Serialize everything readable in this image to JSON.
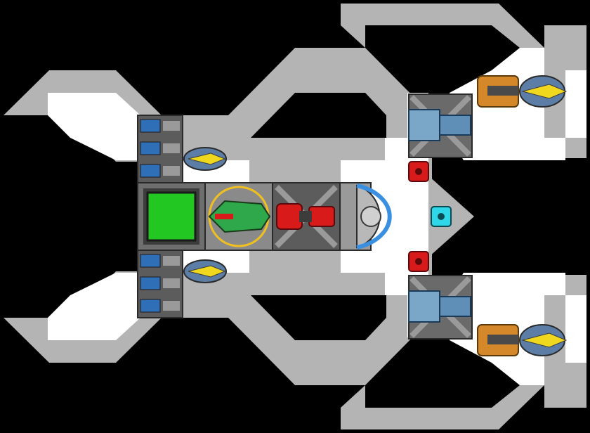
{
  "scene": {
    "name": "ship-builder-blueprint",
    "colors": {
      "background": "#000000",
      "hull_frame": "#b4b4b4",
      "deck": "#ffffff",
      "plate_dark": "#3c3c3c",
      "plate_mid": "#6e6e6e",
      "plate_light": "#9a9a9a",
      "cockpit_core": "#22c722",
      "reactor_red": "#d81a1a",
      "engine_blue": "#3a8fe0",
      "thruster_yellow": "#f0d81e",
      "weapon_orange": "#d4882a",
      "shield_cyan": "#2fd8e8",
      "hud_ring": "#f0c020"
    }
  },
  "modules": [
    {
      "id": "cockpit-core",
      "icon": "green-core-square"
    },
    {
      "id": "fighter-bay",
      "icon": "green-fighter-in-ring"
    },
    {
      "id": "reactor",
      "icon": "red-reactor-cross"
    },
    {
      "id": "forward-dome",
      "icon": "grey-domed-bridge"
    },
    {
      "id": "engine-upper",
      "icon": "blue-engine-cross"
    },
    {
      "id": "engine-lower",
      "icon": "blue-engine-cross"
    },
    {
      "id": "gun-upper",
      "icon": "orange-cannon"
    },
    {
      "id": "gun-lower",
      "icon": "orange-cannon"
    },
    {
      "id": "beacon-red-upper",
      "icon": "red-beacon"
    },
    {
      "id": "beacon-red-lower",
      "icon": "red-beacon"
    },
    {
      "id": "beacon-cyan",
      "icon": "cyan-beacon"
    }
  ]
}
